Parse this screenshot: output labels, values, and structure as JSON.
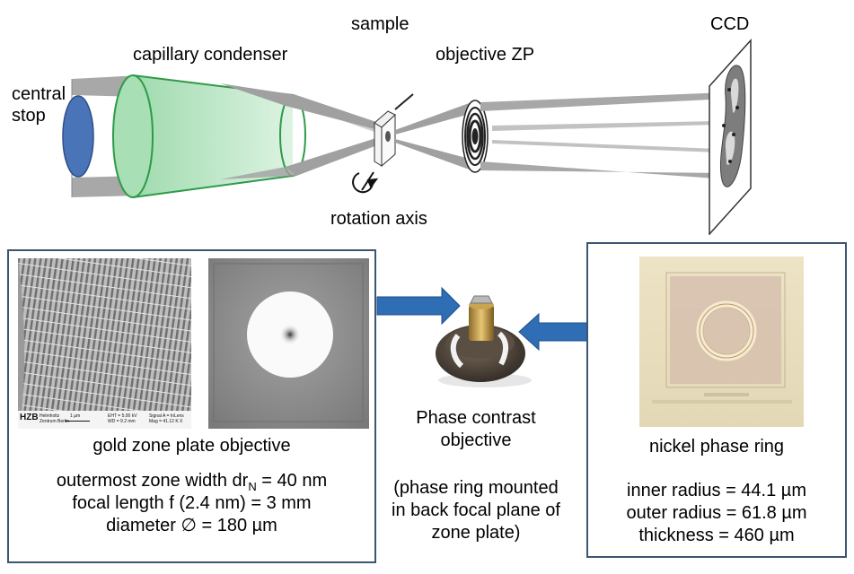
{
  "top": {
    "central_stop": "central",
    "central_stop_2": "stop",
    "capillary_condenser": "capillary condenser",
    "sample": "sample",
    "objective_zp": "objective ZP",
    "ccd": "CCD",
    "rotation_axis": "rotation axis"
  },
  "left_box": {
    "sem_logo": "HZB",
    "sem_logo_sub1": "Helmholtz",
    "sem_logo_sub2": "Zentrum Berlin",
    "sem_scale": "1 µm",
    "sem_eht": "EHT = 5.00 kV",
    "sem_wd": "WD = 9.2 mm",
    "sem_signal": "Signal A = InLens",
    "sem_mag": "Mag = 41.12 K X",
    "title": "gold zone plate objective",
    "line1_pre": "outermost zone width dr",
    "line1_sub": "N",
    "line1_post": " = 40 nm",
    "line2": "focal length  f (2.4 nm) = 3 mm",
    "line3": "diameter ∅ = 180 µm"
  },
  "center": {
    "title_1": "Phase contrast",
    "title_2": "objective",
    "note_1": "(phase ring mounted",
    "note_2": "in back focal plane of",
    "note_3": "zone plate)"
  },
  "right_box": {
    "title": "nickel phase ring",
    "line1": "inner radius = 44.1 µm",
    "line2": "outer radius = 61.8 µm",
    "line3": "thickness = 460 µm"
  },
  "colors": {
    "box_border": "#3d5571",
    "arrow_blue": "#2f6db5",
    "stop_blue": "#4a74b8",
    "condenser_green": "#2e9a49",
    "beam_gray": "#9a9a9a"
  }
}
